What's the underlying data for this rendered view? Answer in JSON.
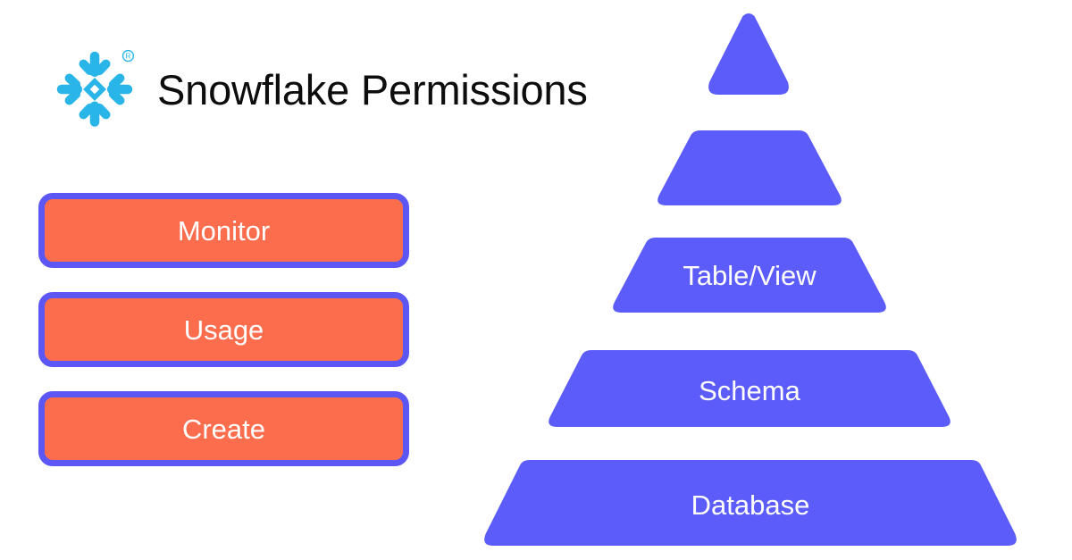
{
  "header": {
    "title": "Snowflake Permissions",
    "logo": {
      "name": "snowflake-logo",
      "color": "#29B5E8",
      "trademark": "®"
    }
  },
  "permissions": {
    "fill_color": "#FB6D4C",
    "border_color": "#5C56F5",
    "text_color": "#FFFFFF",
    "items": [
      {
        "label": "Monitor"
      },
      {
        "label": "Usage"
      },
      {
        "label": "Create"
      }
    ]
  },
  "pyramid": {
    "fill_color": "#5C5CFA",
    "text_color": "#FFFFFF",
    "tiers": [
      {
        "label": "",
        "shape": "triangle"
      },
      {
        "label": "",
        "shape": "trapezoid"
      },
      {
        "label": "Table/View",
        "shape": "trapezoid"
      },
      {
        "label": "Schema",
        "shape": "trapezoid"
      },
      {
        "label": "Database",
        "shape": "trapezoid"
      }
    ]
  }
}
